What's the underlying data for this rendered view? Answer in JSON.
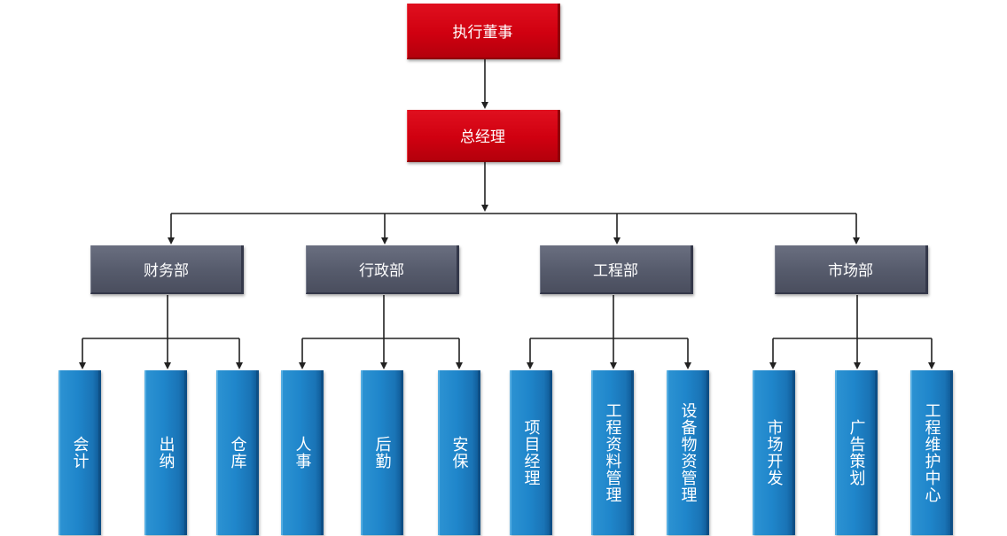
{
  "root": {
    "label": "执行董事"
  },
  "manager": {
    "label": "总经理"
  },
  "departments": [
    {
      "label": "财务部",
      "units": [
        "会计",
        "出纳",
        "仓库"
      ]
    },
    {
      "label": "行政部",
      "units": [
        "人事",
        "后勤",
        "安保"
      ]
    },
    {
      "label": "工程部",
      "units": [
        "项目经理",
        "工程资料管理",
        "设备物资管理"
      ]
    },
    {
      "label": "市场部",
      "units": [
        "市场开发",
        "广告策划",
        "工程维护中心"
      ]
    }
  ],
  "colors": {
    "executive": "#d00010",
    "department": "#575c6d",
    "unit": "#1f86cb",
    "connector": "#222222"
  }
}
